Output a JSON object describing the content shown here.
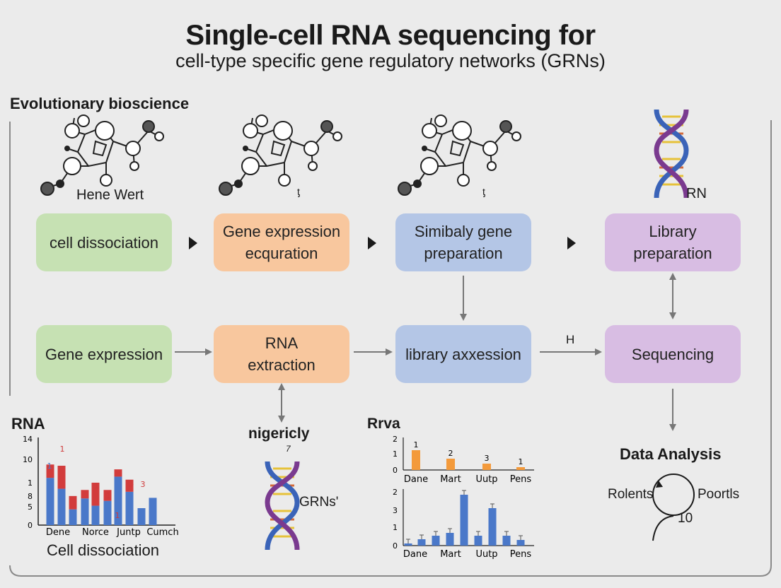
{
  "header": {
    "title": "Single-cell RNA sequencing for",
    "subtitle": "cell-type specific gene regulatory networks (GRNs)",
    "section_label": "Evolutionary bioscience"
  },
  "molecules": {
    "label_1": "Hene Wert",
    "label_2": "ƫ",
    "label_3": "ƫ",
    "dna_label": "RN"
  },
  "boxes": {
    "cell_dissociation": "cell dissociation",
    "gene_expression_equration": "Gene expression\necquration",
    "simibaly_gene_preparation": "Simibaly gene\npreparation",
    "library_preparation_top": "Library\npreparation",
    "gene_expression": "Gene expression",
    "rna_extraction": "RNA\nextraction",
    "library_axxession": "library axxession",
    "sequencing": "Sequencing"
  },
  "arrow_label_h": "H",
  "left_panel": {
    "title": "RNA",
    "caption": "Cell dissociation"
  },
  "middle_panel": {
    "title": "nigericly",
    "small_mark": "7",
    "dna_label": "GRNs'"
  },
  "right_panel": {
    "title": "Rrva"
  },
  "data_analysis": {
    "title": "Data Analysis",
    "left": "Rolents",
    "right": "Poortls",
    "number": "10"
  },
  "chart_data": [
    {
      "type": "bar",
      "title": "",
      "categories": [
        "Dene",
        "Norce",
        "Juntp",
        "Cumch"
      ],
      "y_ticks": [
        "0",
        "5",
        "8",
        "1",
        "10",
        "14"
      ],
      "ylim": [
        0,
        14
      ],
      "series": [
        {
          "values": [
            7.8,
            6.0,
            2.6,
            4.4,
            3.2,
            4.0,
            8.0,
            5.5,
            2.8,
            4.5
          ]
        },
        {
          "values": [
            2.2,
            3.8,
            2.2,
            1.4,
            3.8,
            1.8,
            1.2,
            2.0,
            0.0,
            0.0
          ]
        }
      ],
      "value_labels": [
        {
          "text": "1",
          "color": "#4a78c9"
        },
        {
          "text": "1",
          "color": "#cf3a3a"
        },
        {
          "text": "2",
          "color": "#4a78c9"
        },
        {
          "text": "1",
          "color": "#cf3a3a"
        },
        {
          "text": "1",
          "color": "#cf3a3a"
        },
        {
          "text": "1",
          "color": "#cf3a3a"
        },
        {
          "text": "3",
          "color": "#cf3a3a"
        },
        {
          "text": "3",
          "color": "#cf3a3a"
        },
        {
          "text": "1",
          "color": "#4a78c9"
        }
      ],
      "colors": [
        "#4a78c9",
        "#d23c3c"
      ]
    },
    {
      "type": "bar",
      "categories": [
        "Dane",
        "Mart",
        "Uutp",
        "Pens"
      ],
      "values": [
        1.4,
        0.8,
        0.45,
        0.2
      ],
      "value_labels": [
        "1",
        "2",
        "3",
        "1"
      ],
      "y_ticks": [
        "0",
        "1",
        "2"
      ],
      "ylim": [
        0,
        2
      ],
      "color": "#f39a3b"
    },
    {
      "type": "bar",
      "categories": [
        "Dane",
        "Mart",
        "Uutp",
        "Pens"
      ],
      "values": [
        0.15,
        0.45,
        0.7,
        0.9,
        3.6,
        0.7,
        2.65,
        0.7,
        0.4
      ],
      "y_ticks": [
        "0",
        "1",
        "3",
        "2"
      ],
      "ylim": [
        0,
        4
      ],
      "color": "#4a78c9"
    }
  ],
  "colors": {
    "green_box": "#c6e1b3",
    "orange_box": "#f8c79e",
    "blue_box": "#b4c6e6",
    "purple_box": "#d8bde3",
    "dna_blue": "#3a63b8",
    "dna_purple": "#7a3a8f"
  }
}
